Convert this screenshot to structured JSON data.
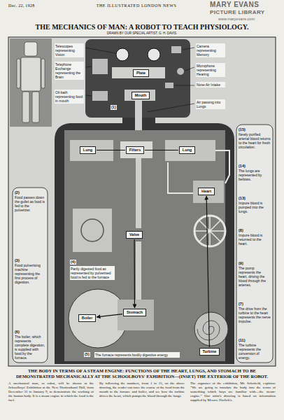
{
  "diagram": {
    "title": "THE MECHANICS OF MAN: A ROBOT TO TEACH PHYSIOLOGY.",
    "caption": "THE BODY IN TERMS OF A STEAM ENGINE: FUNCTIONS OF THE HEART, LUNGS, AND STOMACH TO BE DEMONSTRATED MECHANICALLY AT THE SCHOOLBOYS' EXHIBITION—(INSET) THE EXTERIOR OF THE ROBOT.",
    "nodes": [
      {
        "text": [
          "Plate"
        ]
      },
      {
        "text": [
          "Mouth"
        ]
      },
      {
        "text": [
          "Lung"
        ]
      },
      {
        "text": [
          "Filters"
        ]
      },
      {
        "text": [
          "Lung"
        ]
      },
      {
        "text": [
          "Heart"
        ]
      },
      {
        "text": [
          "Valve"
        ]
      },
      {
        "text": [
          "Stomach"
        ]
      },
      {
        "text": [
          "Boiler"
        ]
      },
      {
        "text": [
          "Turbine"
        ]
      }
    ],
    "edges": [
      {
        "from": 2,
        "to": 3,
        "arrow": "none"
      },
      {
        "from": 3,
        "to": 4,
        "arrow": "none"
      },
      {
        "from": 6,
        "to": 7,
        "arrow": "to"
      },
      {
        "from": 7,
        "to": 8,
        "arrow": "to"
      },
      {
        "from": 9,
        "to": 5,
        "arrow": "to"
      }
    ],
    "labels": [
      "Dec. 22, 1928",
      "THE ILLUSTRATED LONDON NEWS",
      "MARY EVANS",
      "PICTURE LIBRARY",
      "www.maryevans.com",
      "DRAWN BY OUR SPECIAL ARTIST, G. H. DAVIS.",
      "Telescopes representing Vision",
      "Camera representing Memory",
      "Telephone Exchange representing the Brain",
      "Microphone representing Hearing",
      "Oil-bath representing food in mouth",
      "Nose Air Intake",
      "Air passing into Lungs",
      "(1)",
      "(15)",
      "Newly purified arterial blood returns to the heart for fresh circulation.",
      "(14)",
      "The lungs are represented by bellows.",
      "(13)",
      "Impure blood is pumped into the lungs.",
      "(8)",
      "Impure blood is returned to the heart.",
      "(9)",
      "The pump represents the heart, driving the blood through the arteries.",
      "(7)",
      "The drive from the turbine to the heart represents the nerve impulse.",
      "(11)",
      "The turbine represents the conversion of energy.",
      "(2)",
      "Food passes down the gullet as food is fed to the pulverizer.",
      "(3)",
      "Food pulverising machine representing the first process of digestion.",
      "(6)",
      "The boiler, which represents complete digestion, is supplied with food by the furnace.",
      "(4)",
      "Partly digested food as represented by pulverised food is fed to the furnace",
      "(5)",
      "The furnace represents bodily digestive energy",
      "A mechanical man, or robot, will be shown at the Schoolboys' Exhibition at the New Horticultural Hall, from December 31 to January 9, to demonstrate the working of the human body. It is a steam engine in which the food is the fuel.",
      "By following the numbers, from 1 to 15, on the above drawing, the reader can trace the course of the food from the mouth to the furnace and boiler, and see how the turbine drives the heart, which pumps the blood through the lungs.",
      "The organiser of the exhibition, Mr. Schofield, explains: “We are going to translate the body into the terms of something which boys are familiar with—the steam-engine.” Our artist's drawing is based on information supplied by Messrs. Horlick's."
    ]
  }
}
